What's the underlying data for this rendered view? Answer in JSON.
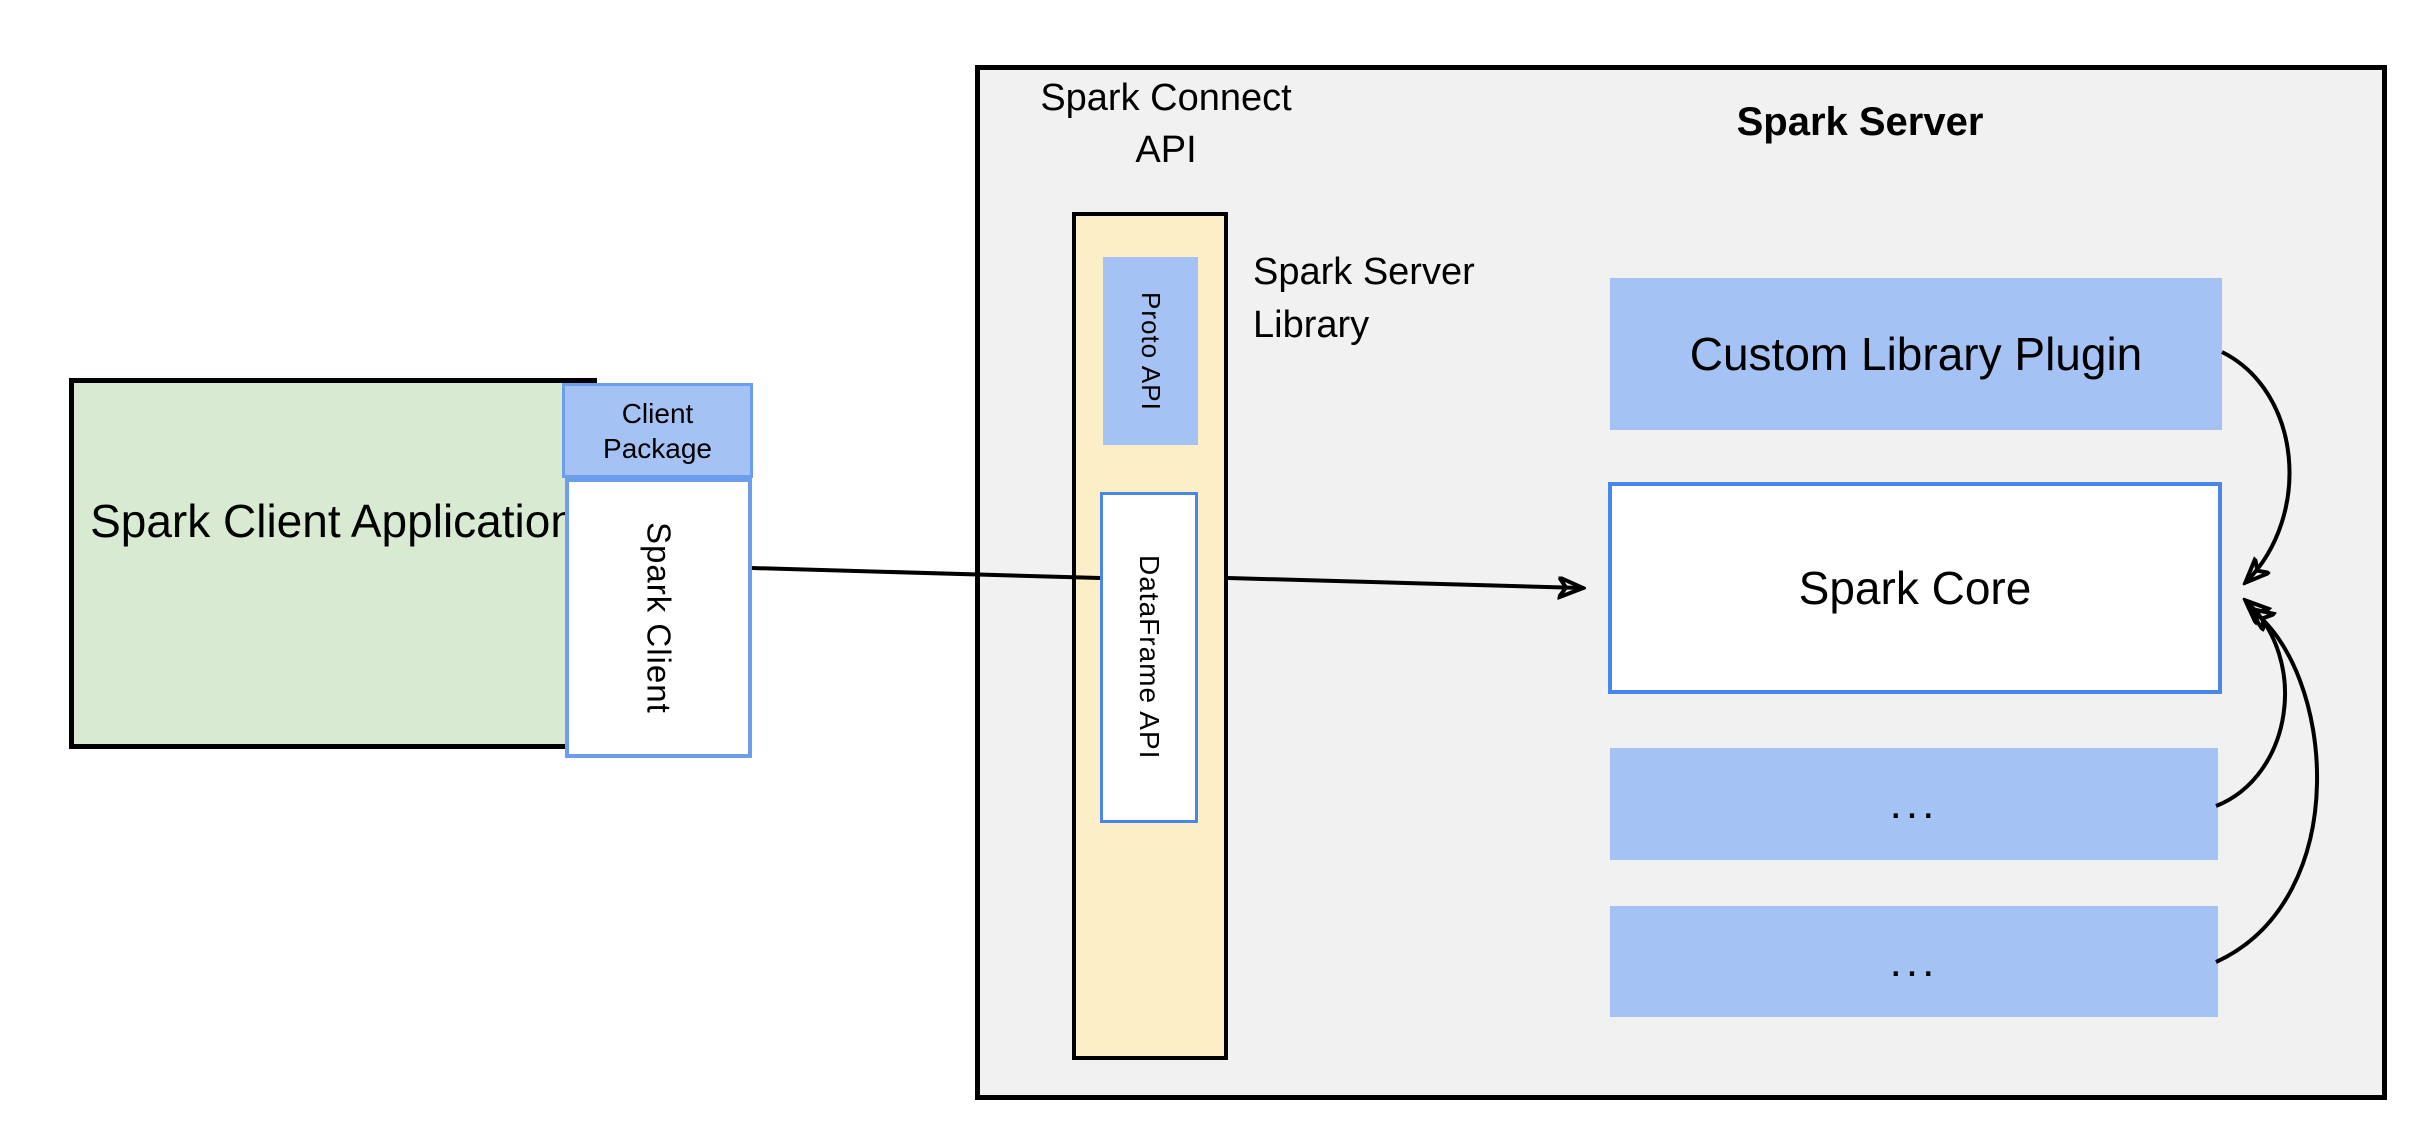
{
  "palette": {
    "page_bg": "#ffffff",
    "region_fill": "#f1f1f2",
    "region_border": "#000000",
    "green_fill": "#d9ead3",
    "blue_fill": "#a4c2f4",
    "yellow_fill": "#fceec6",
    "blue_border": "#4a86e8",
    "soft_blue_border": "#6d9eeb",
    "text_color": "#000000",
    "arrow_color": "#000000"
  },
  "client": {
    "application_label": "Spark Client Application",
    "package_label": "Client Package",
    "spark_client_label": "Spark Client"
  },
  "connect_api": {
    "title": "Spark Connect API",
    "proto_label": "Proto API",
    "dataframe_label": "DataFrame API",
    "library_label": "Spark Server Library"
  },
  "server": {
    "title": "Spark Server",
    "plugin_label": "Custom Library Plugin",
    "core_label": "Spark Core",
    "extra_box_1_label": "...",
    "extra_box_2_label": "..."
  }
}
